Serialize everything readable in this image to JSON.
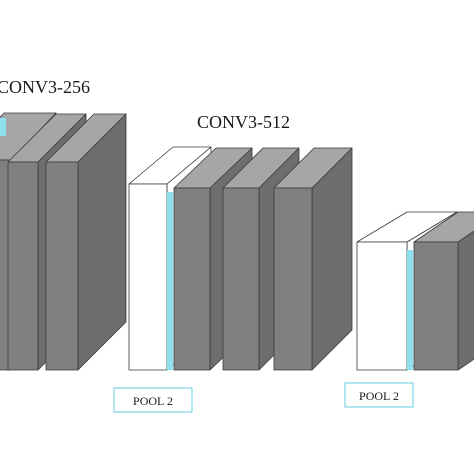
{
  "diagram": {
    "blocks": [
      {
        "id": "block-conv3-256",
        "title": "CONV3-256",
        "pool_label": ""
      },
      {
        "id": "block-conv3-512-a",
        "title": "CONV3-512",
        "pool_label": "POOL 2"
      },
      {
        "id": "block-conv3-512-b",
        "title": "",
        "pool_label": "POOL 2"
      }
    ],
    "colors": {
      "conv_front": "#808080",
      "conv_side": "#6e6e6e",
      "conv_top": "#a6a6a6",
      "pool_face": "#ffffff",
      "pool_edge": "#8ee0ee",
      "outline": "#3a3a3a"
    }
  }
}
